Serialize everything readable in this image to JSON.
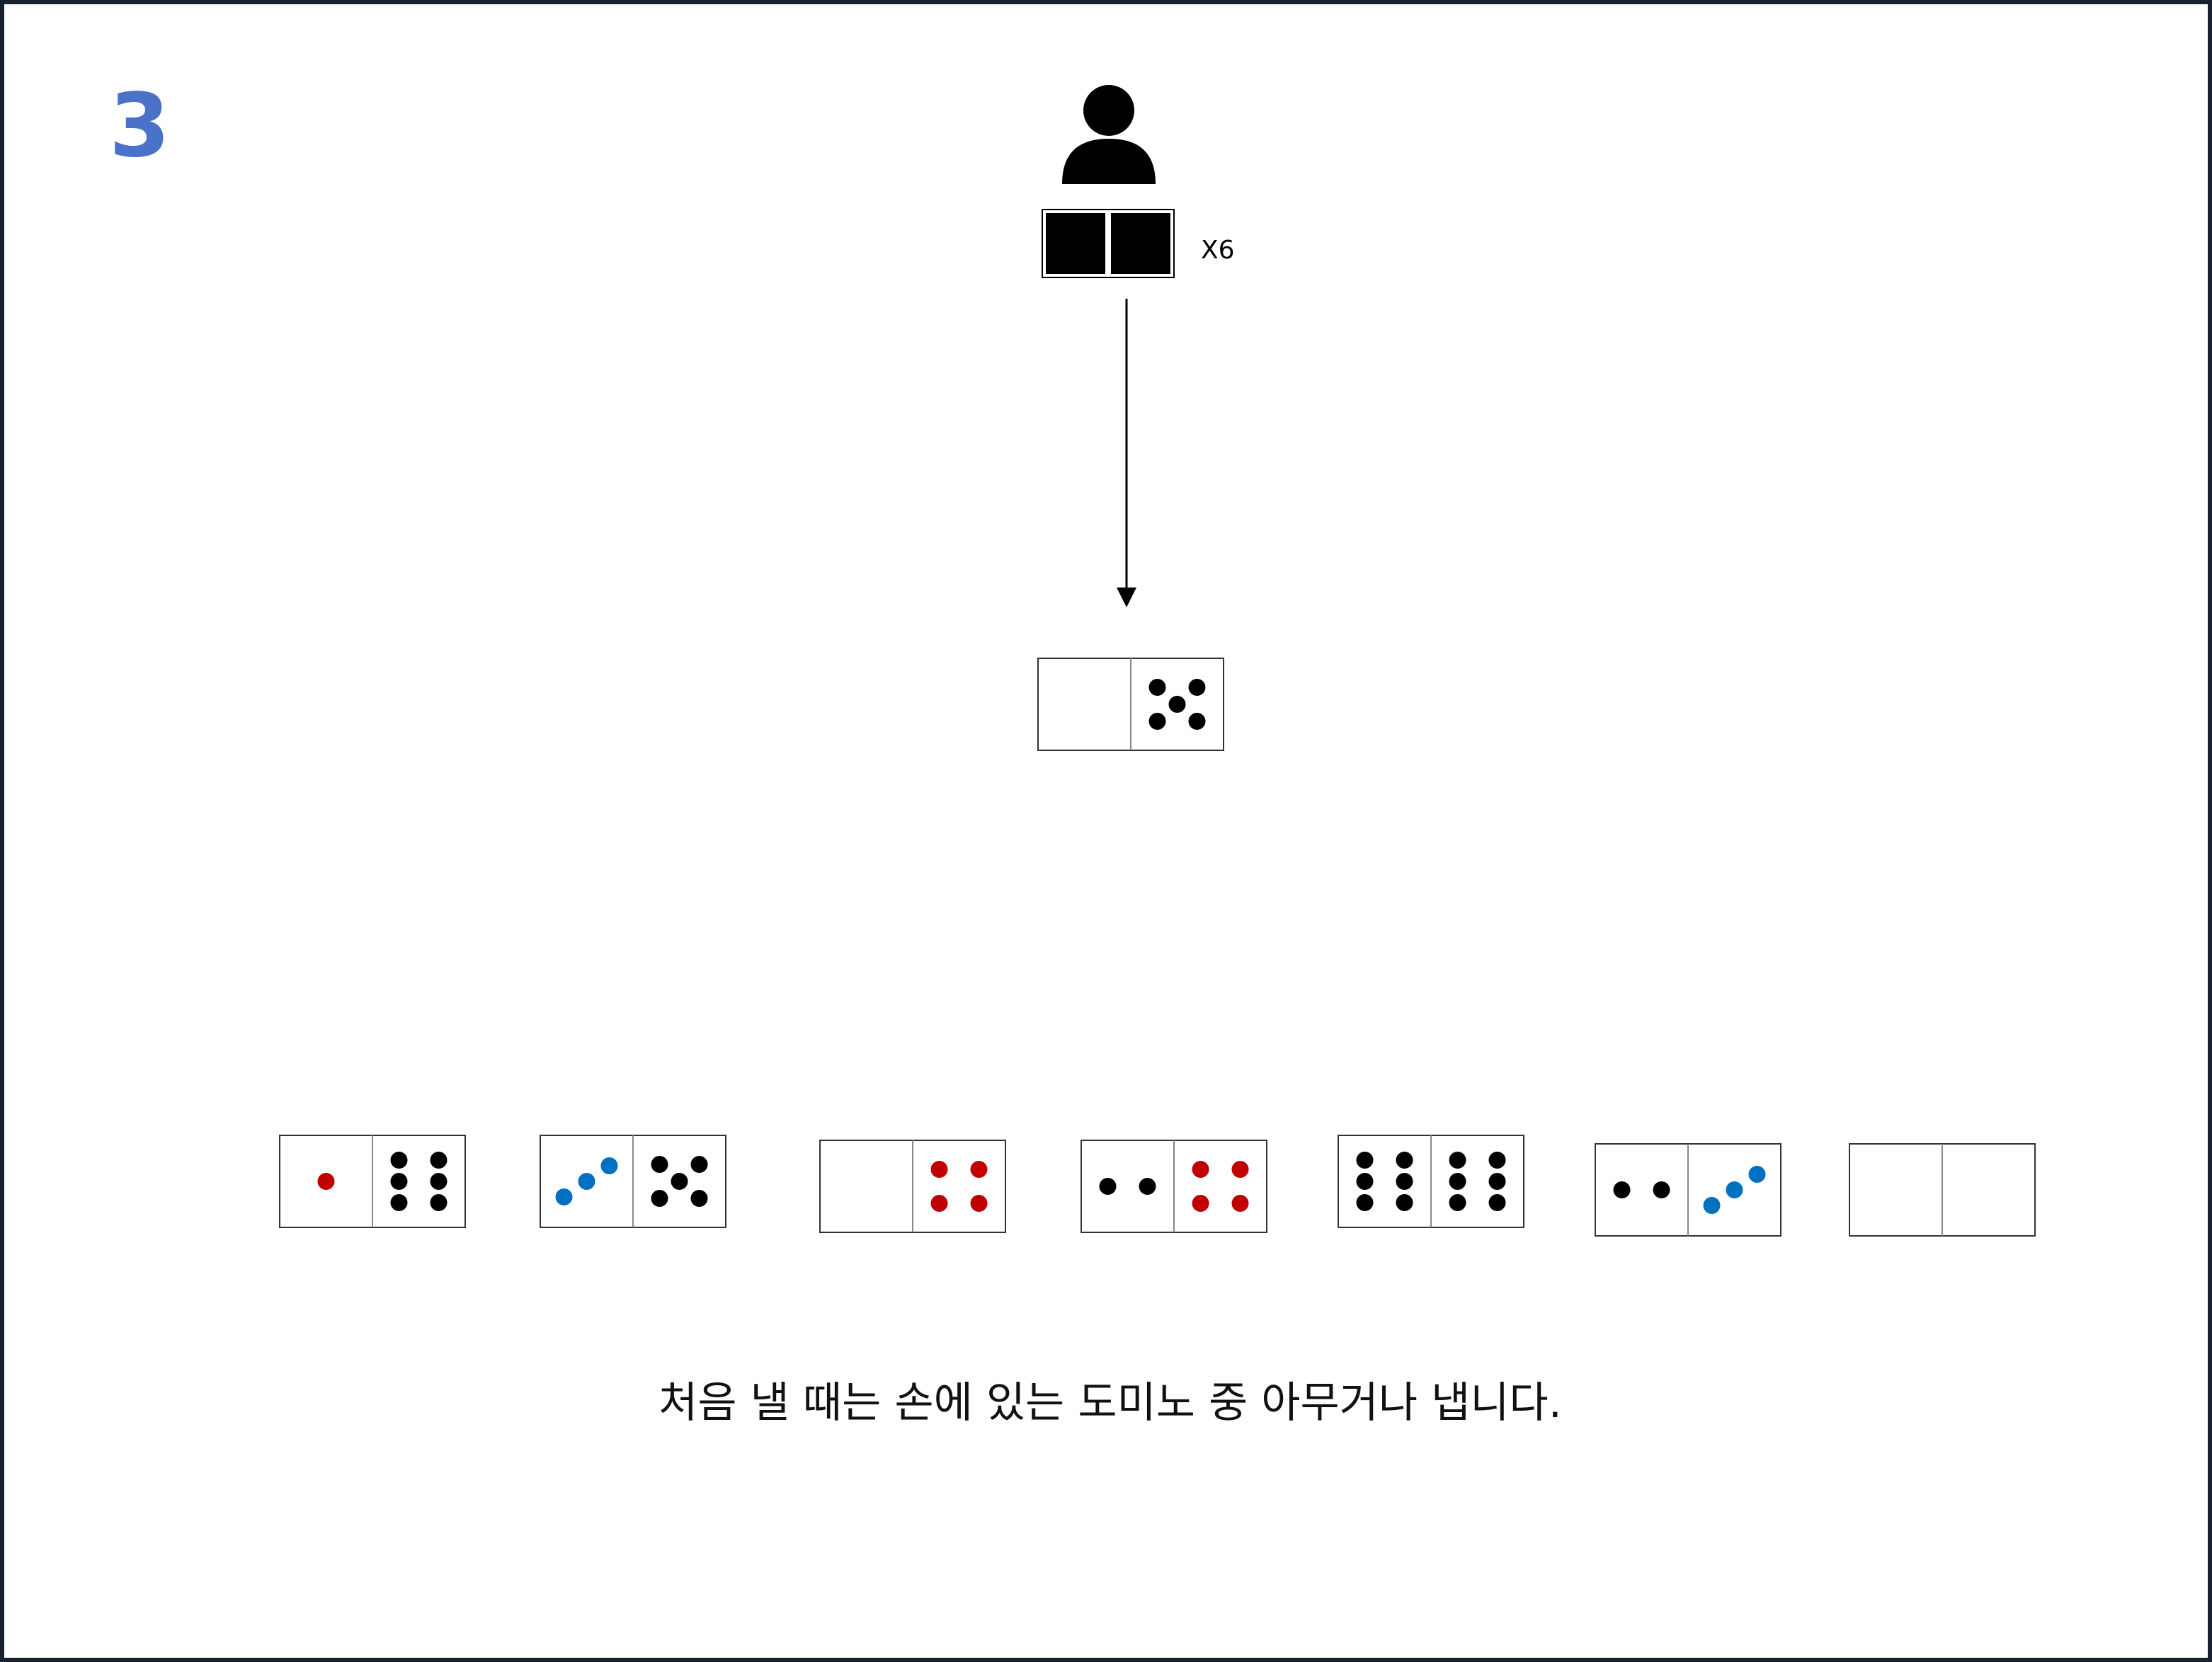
{
  "step": {
    "number": "3",
    "color": "#4a72c8"
  },
  "player": {
    "icon": "person-icon",
    "hand_icon": "face-down-domino-icon",
    "hand_count_label": "X6"
  },
  "played_domino": {
    "left": {
      "pips": 0,
      "color": "#000000"
    },
    "right": {
      "pips": 5,
      "color": "#000000"
    }
  },
  "hand": [
    {
      "left": {
        "pips": 1,
        "color": "#c00000"
      },
      "right": {
        "pips": 6,
        "color": "#000000"
      }
    },
    {
      "left": {
        "pips": 3,
        "color": "#0070c0"
      },
      "right": {
        "pips": 5,
        "color": "#000000"
      }
    },
    {
      "left": {
        "pips": 0,
        "color": "#000000"
      },
      "right": {
        "pips": 4,
        "color": "#c00000"
      }
    },
    {
      "left": {
        "pips": 2,
        "color": "#000000"
      },
      "right": {
        "pips": 4,
        "color": "#c00000"
      }
    },
    {
      "left": {
        "pips": 6,
        "color": "#000000"
      },
      "right": {
        "pips": 6,
        "color": "#000000"
      }
    },
    {
      "left": {
        "pips": 2,
        "color": "#000000"
      },
      "right": {
        "pips": 3,
        "color": "#0070c0"
      }
    },
    {
      "left": {
        "pips": 0,
        "color": "#000000"
      },
      "right": {
        "pips": 0,
        "color": "#000000"
      }
    }
  ],
  "caption": "처음 낼 때는 손에 있는 도미노 중 아무거나 냅니다."
}
